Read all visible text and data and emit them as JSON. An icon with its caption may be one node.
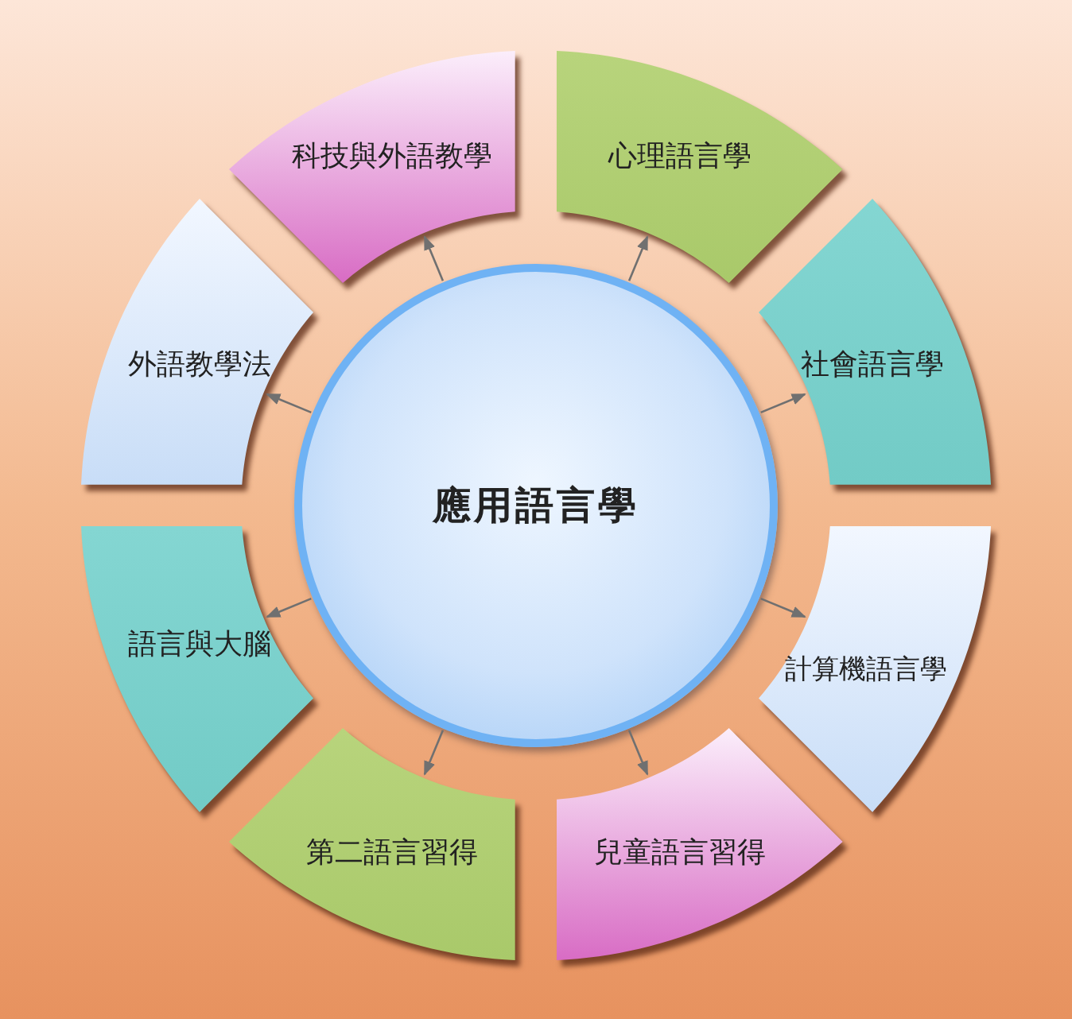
{
  "diagram": {
    "nodes": [
      {
        "text": [
          "應用語言學"
        ]
      },
      {
        "text": [
          "心理語言學"
        ]
      },
      {
        "text": [
          "社會語言學"
        ]
      },
      {
        "text": [
          "計算機語言學"
        ]
      },
      {
        "text": [
          "兒童語言習得"
        ]
      },
      {
        "text": [
          "第二語言習得"
        ]
      },
      {
        "text": [
          "語言與大腦"
        ]
      },
      {
        "text": [
          "外語教學法"
        ]
      },
      {
        "text": [
          "科技與外語教學"
        ]
      }
    ],
    "edges": [
      {
        "from": 0,
        "to": 1,
        "arrow": "to"
      },
      {
        "from": 0,
        "to": 2,
        "arrow": "to"
      },
      {
        "from": 0,
        "to": 3,
        "arrow": "to"
      },
      {
        "from": 0,
        "to": 4,
        "arrow": "to"
      },
      {
        "from": 0,
        "to": 5,
        "arrow": "to"
      },
      {
        "from": 0,
        "to": 6,
        "arrow": "to"
      },
      {
        "from": 0,
        "to": 7,
        "arrow": "to"
      },
      {
        "from": 0,
        "to": 8,
        "arrow": "to"
      }
    ]
  }
}
